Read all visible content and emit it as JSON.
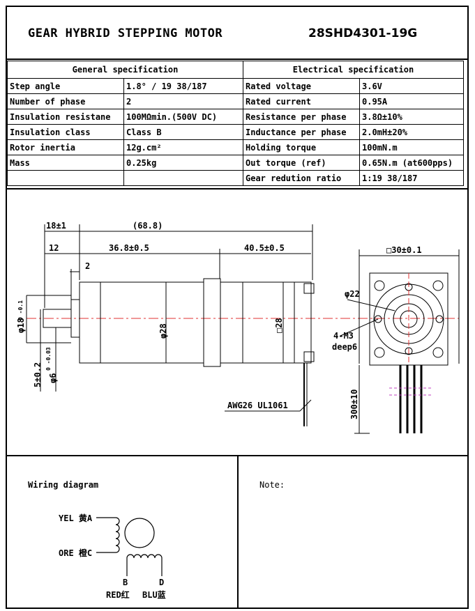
{
  "title": {
    "product": "GEAR HYBRID STEPPING MOTOR",
    "model": "28SHD4301-19G"
  },
  "general": {
    "header": "General  specification",
    "rows": [
      {
        "label": "Step angle",
        "value": "1.8° / 19 38/187"
      },
      {
        "label": "Number of phase",
        "value": "2"
      },
      {
        "label": "Insulation resistane",
        "value": "100MΩmin.(500V DC)"
      },
      {
        "label": "Insulation class",
        "value": "Class B"
      },
      {
        "label": "Rotor inertia",
        "value": "12g.cm²"
      },
      {
        "label": "Mass",
        "value": "0.25kg"
      },
      {
        "label": "",
        "value": ""
      }
    ]
  },
  "electrical": {
    "header": "Electrical  specification",
    "rows": [
      {
        "label": "Rated voltage",
        "value": "3.6V"
      },
      {
        "label": "Rated current",
        "value": "0.95A"
      },
      {
        "label": "Resistance per phase",
        "value": "3.8Ω±10%"
      },
      {
        "label": "Inductance per phase",
        "value": "2.0mH±20%"
      },
      {
        "label": "Holding torque",
        "value": "100mN.m"
      },
      {
        "label": "Out torque (ref)",
        "value": "0.65N.m (at600pps)"
      },
      {
        "label": "Gear redution ratio",
        "value": "1:19 38/187"
      }
    ]
  },
  "drawing": {
    "dim_overall": "(68.8)",
    "dim_shaft": "18±1",
    "dim_12": "12",
    "dim_2": "2",
    "dim_gearbox": "36.8±0.5",
    "dim_motor": "40.5±0.5",
    "dim_dia18": "φ18",
    "dim_dia18_tol": "0 -0.1",
    "dim_dia28": "φ28",
    "dim_sq28": "□28",
    "dim_5": "5±0.2",
    "dim_dia6": "φ6",
    "dim_dia6_tol": "0 -0.03",
    "dim_sq30": "□30±0.1",
    "dim_dia22": "φ22",
    "dim_holes": "4-M3",
    "dim_depth": "deep6",
    "dim_lead": "300±10",
    "wire_label": "AWG26 UL1061"
  },
  "wiring": {
    "title": "Wiring diagram",
    "a": "YEL 黄A",
    "c": "ORE 橙C",
    "b": "B",
    "d": "D",
    "b_color": "RED红",
    "d_color": "BLU蓝"
  },
  "note": {
    "label": "Note:"
  }
}
